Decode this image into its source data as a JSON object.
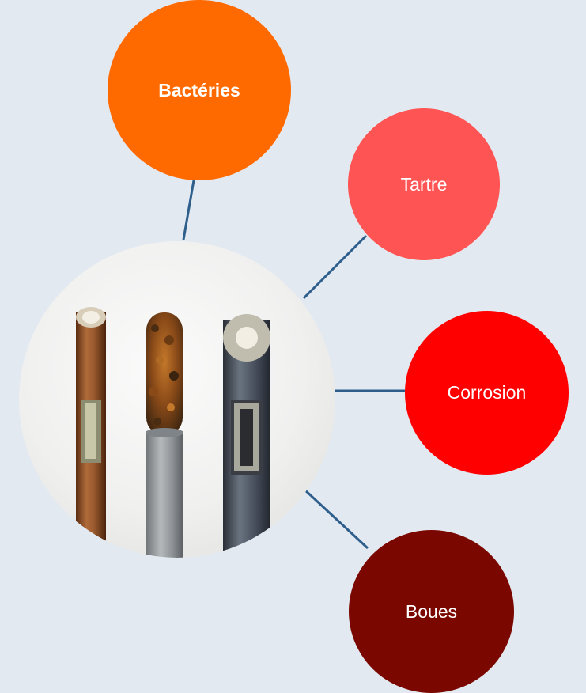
{
  "diagram": {
    "center": {
      "image_description_icon": "pipe-sections-photo-icon",
      "pipes": [
        "copper-pipe",
        "rusted-pipe",
        "scaled-pipe"
      ]
    },
    "nodes": [
      {
        "key": "bacteries",
        "label": "Bactéries",
        "color": "#ff6a00"
      },
      {
        "key": "tartre",
        "label": "Tartre",
        "color": "#ff5454"
      },
      {
        "key": "corrosion",
        "label": "Corrosion",
        "color": "#ff0000"
      },
      {
        "key": "boues",
        "label": "Boues",
        "color": "#7a0800"
      }
    ],
    "connector_color": "#2e5e8c",
    "background_color": "#e3e9f1"
  }
}
